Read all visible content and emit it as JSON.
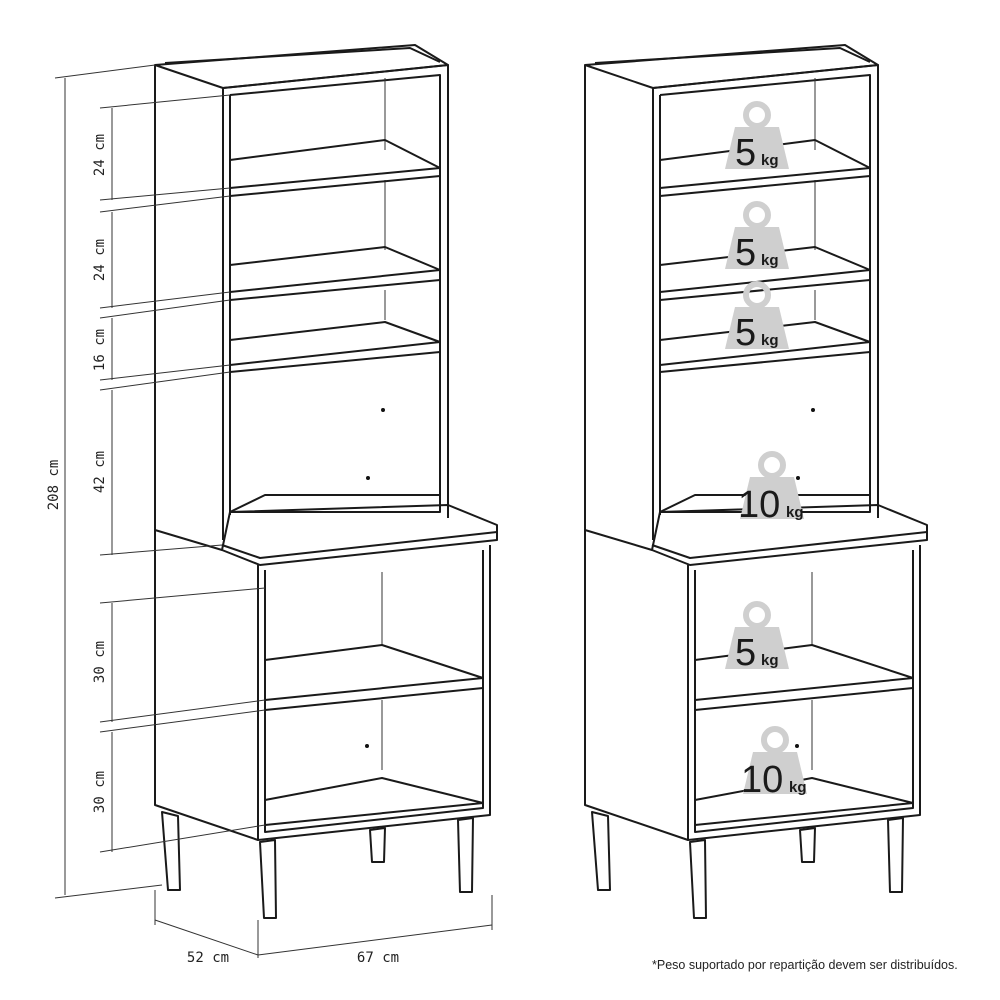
{
  "dimensions": {
    "total_height": "208 cm",
    "shelf_1": "24 cm",
    "shelf_2": "24 cm",
    "shelf_3": "16 cm",
    "niche": "42 cm",
    "lower_1": "30 cm",
    "lower_2": "30 cm",
    "depth": "52 cm",
    "width": "67 cm"
  },
  "weights": [
    {
      "value": "5",
      "unit": "kg"
    },
    {
      "value": "5",
      "unit": "kg"
    },
    {
      "value": "5",
      "unit": "kg"
    },
    {
      "value": "10",
      "unit": "kg"
    },
    {
      "value": "5",
      "unit": "kg"
    },
    {
      "value": "10",
      "unit": "kg"
    }
  ],
  "colors": {
    "weight_icon": "#cfcfcf",
    "line": "#1a1a1a"
  },
  "footnote": "*Peso suportado por repartição devem ser distribuídos."
}
